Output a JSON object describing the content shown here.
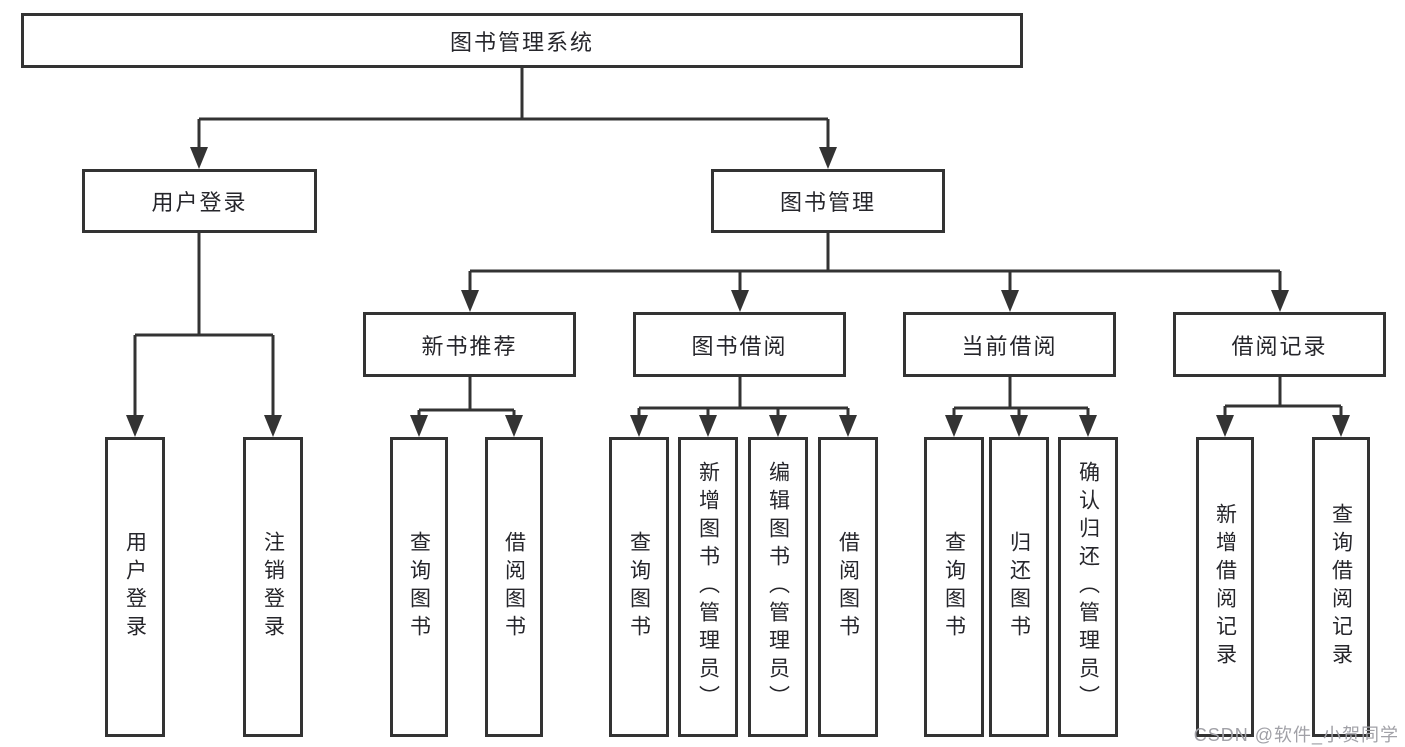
{
  "colors": {
    "line": "#333333",
    "box_border": "#333333",
    "text": "#26262b",
    "watermark": "#a1a1a7",
    "background": "#ffffff"
  },
  "diagram": {
    "root": "图书管理系统",
    "branches": {
      "user_login": "用户登录",
      "book_management": "图书管理"
    },
    "modules": {
      "new_book_recommend": "新书推荐",
      "book_borrowing": "图书借阅",
      "current_borrowing": "当前借阅",
      "borrowing_records": "借阅记录"
    },
    "leaves": {
      "user_login": "用户登录",
      "logout": "注销登录",
      "newrec_query_books": "查询图书",
      "newrec_borrow_books": "借阅图书",
      "borrow_query_books": "查询图书",
      "borrow_add_book_admin": "新增图书（管理员）",
      "borrow_edit_book_admin": "编辑图书（管理员）",
      "borrow_borrow_books": "借阅图书",
      "current_query_books": "查询图书",
      "current_return_book": "归还图书",
      "current_confirm_return_admin": "确认归还（管理员）",
      "records_add_record": "新增借阅记录",
      "records_query_record": "查询借阅记录"
    }
  },
  "watermark": "CSDN @软件_小贺同学"
}
